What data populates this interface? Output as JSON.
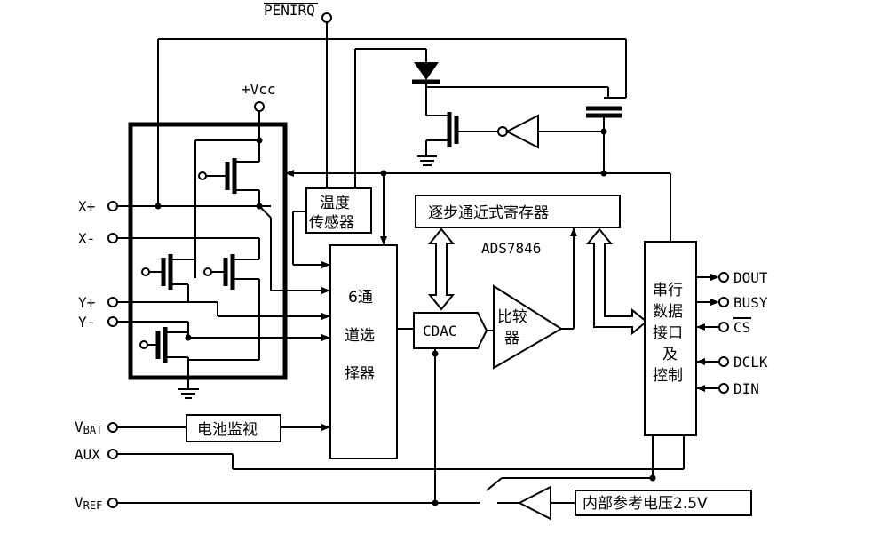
{
  "pins": {
    "penirq": "PENIRQ",
    "vcc": "+Vcc",
    "x_plus": "X+",
    "x_minus": "X-",
    "y_plus": "Y+",
    "y_minus": "Y-",
    "vbat_main": "V",
    "vbat_sub": "BAT",
    "aux": "AUX",
    "vref_main": "V",
    "vref_sub": "REF",
    "dout": "DOUT",
    "busy": "BUSY",
    "cs": "CS",
    "dclk": "DCLK",
    "din": "DIN"
  },
  "blocks": {
    "temp_sensor_line1": "温度",
    "temp_sensor_line2": "传感器",
    "sar_register": "逐步通近式寄存器",
    "chip_name": "ADS7846",
    "mux_line1": "6通",
    "mux_line2": "道选",
    "mux_line3": "择器",
    "cdac": "CDAC",
    "comparator_line1": "比较",
    "comparator_line2": "器",
    "serial_line1": "串行",
    "serial_line2": "数据",
    "serial_line3": "接口",
    "serial_line4": "及",
    "serial_line5": "控制",
    "battery_monitor": "电池监视",
    "reference": "内部参考电压2.5V"
  }
}
